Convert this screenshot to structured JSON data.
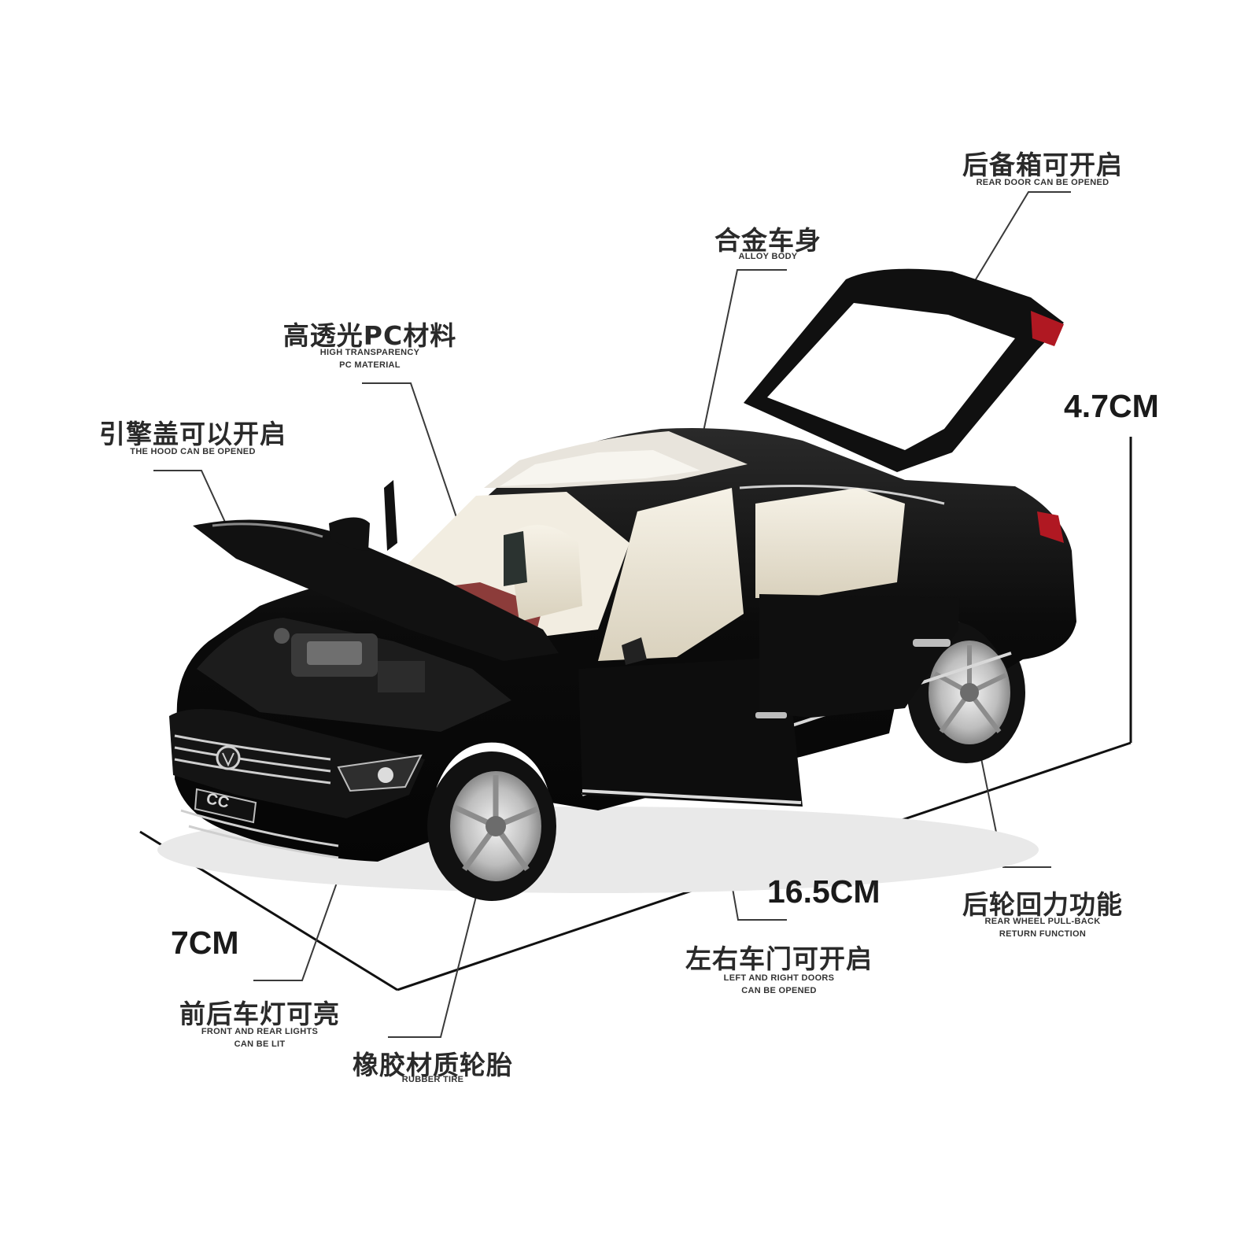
{
  "callouts": {
    "trunk": {
      "cn": "后备箱可开启",
      "en": "REAR DOOR CAN BE OPENED"
    },
    "body": {
      "cn": "合金车身",
      "en": "ALLOY BODY"
    },
    "window": {
      "cn": "高透光PC材料",
      "en1": "HIGH TRANSPARENCY",
      "en2": "PC MATERIAL"
    },
    "hood": {
      "cn": "引擎盖可以开启",
      "en": "THE HOOD CAN BE OPENED"
    },
    "pullback": {
      "cn": "后轮回力功能",
      "en1": "REAR WHEEL PULL-BACK",
      "en2": "RETURN FUNCTION"
    },
    "doors": {
      "cn": "左右车门可开启",
      "en1": "LEFT AND RIGHT DOORS",
      "en2": "CAN BE OPENED"
    },
    "lights": {
      "cn": "前后车灯可亮",
      "en1": "FRONT AND REAR LIGHTS",
      "en2": "CAN BE LIT"
    },
    "tire": {
      "cn": "橡胶材质轮胎",
      "en": "RUBBER TIRE"
    }
  },
  "dimensions": {
    "height": "4.7CM",
    "length": "16.5CM",
    "width": "7CM"
  },
  "plate": "CC",
  "colors": {
    "car_body": "#0b0b0b",
    "interior": "#efe9da",
    "text": "#2a2a2a",
    "leader_line": "#3a3a3a",
    "tail_light": "#b01822"
  }
}
